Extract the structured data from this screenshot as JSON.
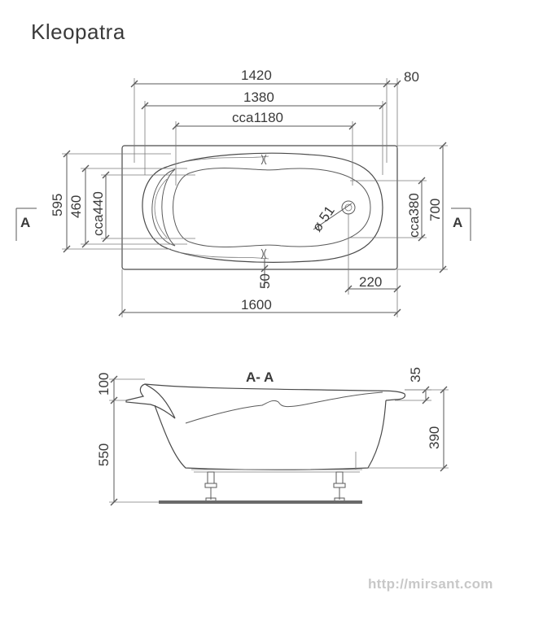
{
  "title": "Kleopatra",
  "watermark": "http://mirsant.com",
  "plan": {
    "dims": {
      "d1420": "1420",
      "d80": "80",
      "d1380": "1380",
      "dcca1180": "cca1180",
      "d595": "595",
      "d460": "460",
      "dcca440": "cca440",
      "dcca380": "cca380",
      "d700": "700",
      "dphi51": "ø 51",
      "d50": "50",
      "d220": "220",
      "d1600": "1600"
    },
    "section_mark_left": "A",
    "section_mark_right": "A"
  },
  "section": {
    "label": "A- A",
    "dims": {
      "d100": "100",
      "d550": "550",
      "d35": "35",
      "d390": "390"
    }
  }
}
